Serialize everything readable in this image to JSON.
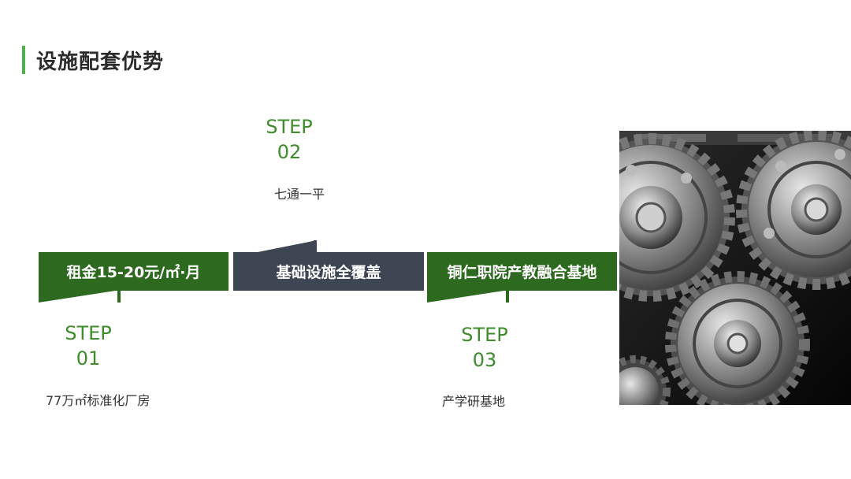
{
  "header": {
    "title": "设施配套优势"
  },
  "steps": [
    {
      "word": "STEP",
      "number": "01",
      "banner": "租金15-20元/㎡·月",
      "description": "77万㎡标准化厂房"
    },
    {
      "word": "STEP",
      "number": "02",
      "banner": "基础设施全覆盖",
      "description": "七通一平"
    },
    {
      "word": "STEP",
      "number": "03",
      "banner": "铜仁职院产教融合基地",
      "description": "产学研基地"
    }
  ],
  "colors": {
    "accent": "#4caf50",
    "step_text": "#3e8b2c",
    "banner_green": "#2d6a1f",
    "banner_gray": "#3f4653"
  },
  "image": {
    "icon": "gears-photo-icon"
  }
}
